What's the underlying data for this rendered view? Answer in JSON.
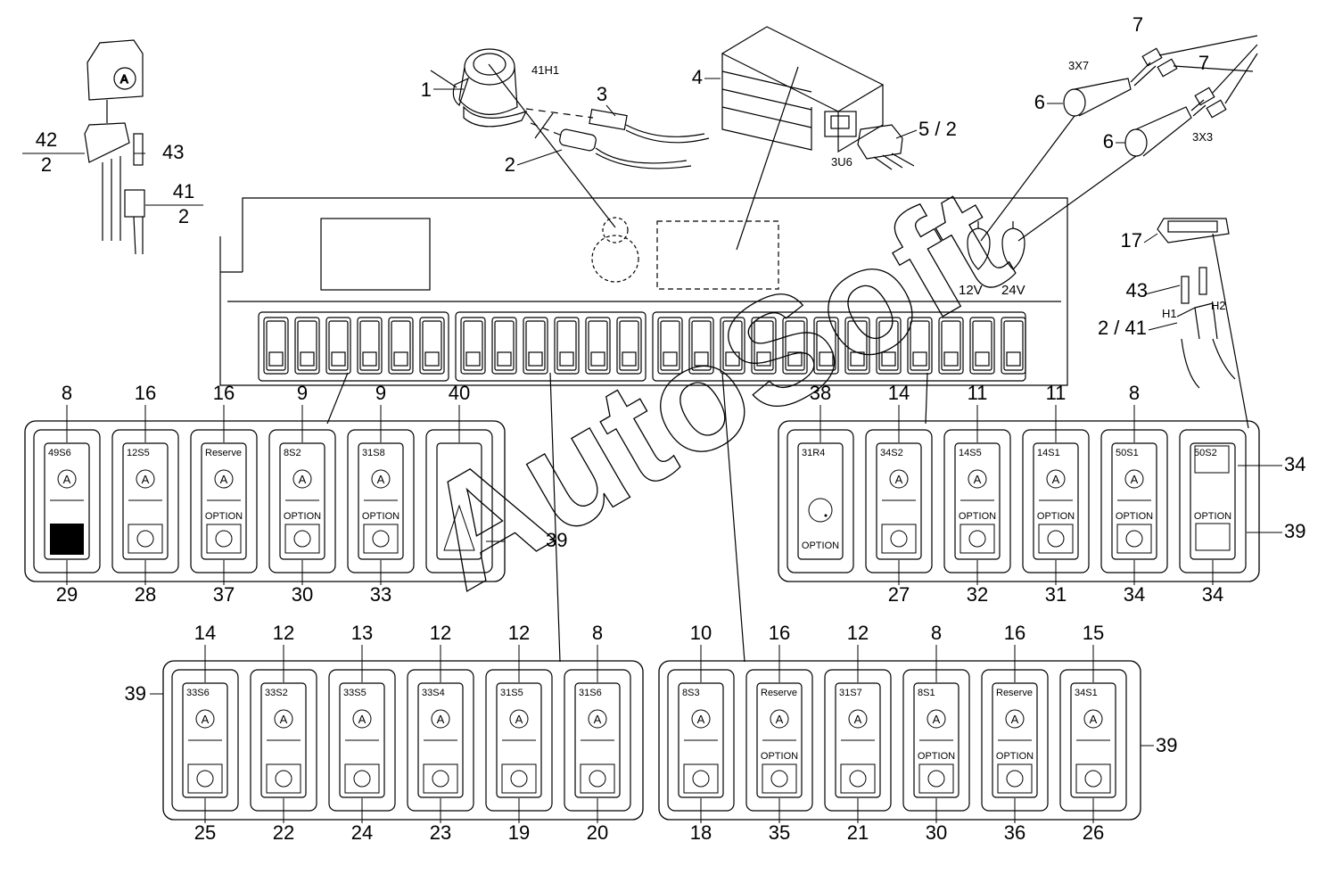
{
  "watermark": "AutoSoft",
  "top_labels": {
    "lamp_code": "41H1",
    "connector_code": "3U6",
    "lamp_3x7": "3X7",
    "lamp_3x3": "3X3",
    "v12": "12V",
    "v24": "24V",
    "h1": "H1",
    "h2": "H2"
  },
  "callouts": {
    "c1": "1",
    "c2": "2",
    "c3": "3",
    "c4": "4",
    "c5_2": "5 / 2",
    "c6a": "6",
    "c6b": "6",
    "c7a": "7",
    "c7b": "7",
    "c17": "17",
    "c43a": "43",
    "c43b": "43",
    "c2_41": "2 / 41",
    "c42": "42",
    "c42b": "2",
    "c41": "41",
    "c41b": "2",
    "c39a": "39",
    "c39b": "39",
    "c39c": "39",
    "c39d": "39"
  },
  "panel_top_left": [
    {
      "code": "49S6",
      "symbol": "A",
      "option": "",
      "top": "8",
      "bottom": "29"
    },
    {
      "code": "12S5",
      "symbol": "A",
      "option": "",
      "top": "16",
      "bottom": "28"
    },
    {
      "code": "Reserve",
      "symbol": "A",
      "option": "OPTION",
      "top": "16",
      "bottom": "37"
    },
    {
      "code": "8S2",
      "symbol": "A",
      "option": "OPTION",
      "top": "9",
      "bottom": "30"
    },
    {
      "code": "31S8",
      "symbol": "A",
      "option": "OPTION",
      "top": "9",
      "bottom": "33"
    },
    {
      "code": "",
      "symbol": "",
      "option": "",
      "top": "40",
      "bottom": ""
    }
  ],
  "panel_top_right": [
    {
      "code": "31R4",
      "symbol": "",
      "option": "OPTION",
      "top": "38",
      "bottom": ""
    },
    {
      "code": "34S2",
      "symbol": "A",
      "option": "",
      "top": "14",
      "bottom": "27"
    },
    {
      "code": "14S5",
      "symbol": "A",
      "option": "OPTION",
      "top": "11",
      "bottom": "32"
    },
    {
      "code": "14S1",
      "symbol": "A",
      "option": "OPTION",
      "top": "11",
      "bottom": "31"
    },
    {
      "code": "50S1",
      "symbol": "A",
      "option": "OPTION",
      "top": "8",
      "bottom": "34"
    },
    {
      "code": "50S2",
      "symbol": "",
      "option": "OPTION",
      "top": "",
      "bottom": "34"
    }
  ],
  "panel_bottom_left": [
    {
      "code": "33S6",
      "symbol": "A",
      "option": "",
      "top": "14",
      "bottom": "25"
    },
    {
      "code": "33S2",
      "symbol": "A",
      "option": "",
      "top": "12",
      "bottom": "22"
    },
    {
      "code": "33S5",
      "symbol": "A",
      "option": "",
      "top": "13",
      "bottom": "24"
    },
    {
      "code": "33S4",
      "symbol": "A",
      "option": "",
      "top": "12",
      "bottom": "23"
    },
    {
      "code": "31S5",
      "symbol": "A",
      "option": "",
      "top": "12",
      "bottom": "19"
    },
    {
      "code": "31S6",
      "symbol": "A",
      "option": "",
      "top": "8",
      "bottom": "20"
    }
  ],
  "panel_bottom_right": [
    {
      "code": "8S3",
      "symbol": "A",
      "option": "",
      "top": "10",
      "bottom": "18"
    },
    {
      "code": "Reserve",
      "symbol": "A",
      "option": "OPTION",
      "top": "16",
      "bottom": "35"
    },
    {
      "code": "31S7",
      "symbol": "A",
      "option": "",
      "top": "12",
      "bottom": "21"
    },
    {
      "code": "8S1",
      "symbol": "A",
      "option": "OPTION",
      "top": "8",
      "bottom": "30"
    },
    {
      "code": "Reserve",
      "symbol": "A",
      "option": "OPTION",
      "top": "16",
      "bottom": "36"
    },
    {
      "code": "34S1",
      "symbol": "A",
      "option": "",
      "top": "15",
      "bottom": "26"
    }
  ],
  "side_callouts": {
    "tr_34_top": "34"
  }
}
